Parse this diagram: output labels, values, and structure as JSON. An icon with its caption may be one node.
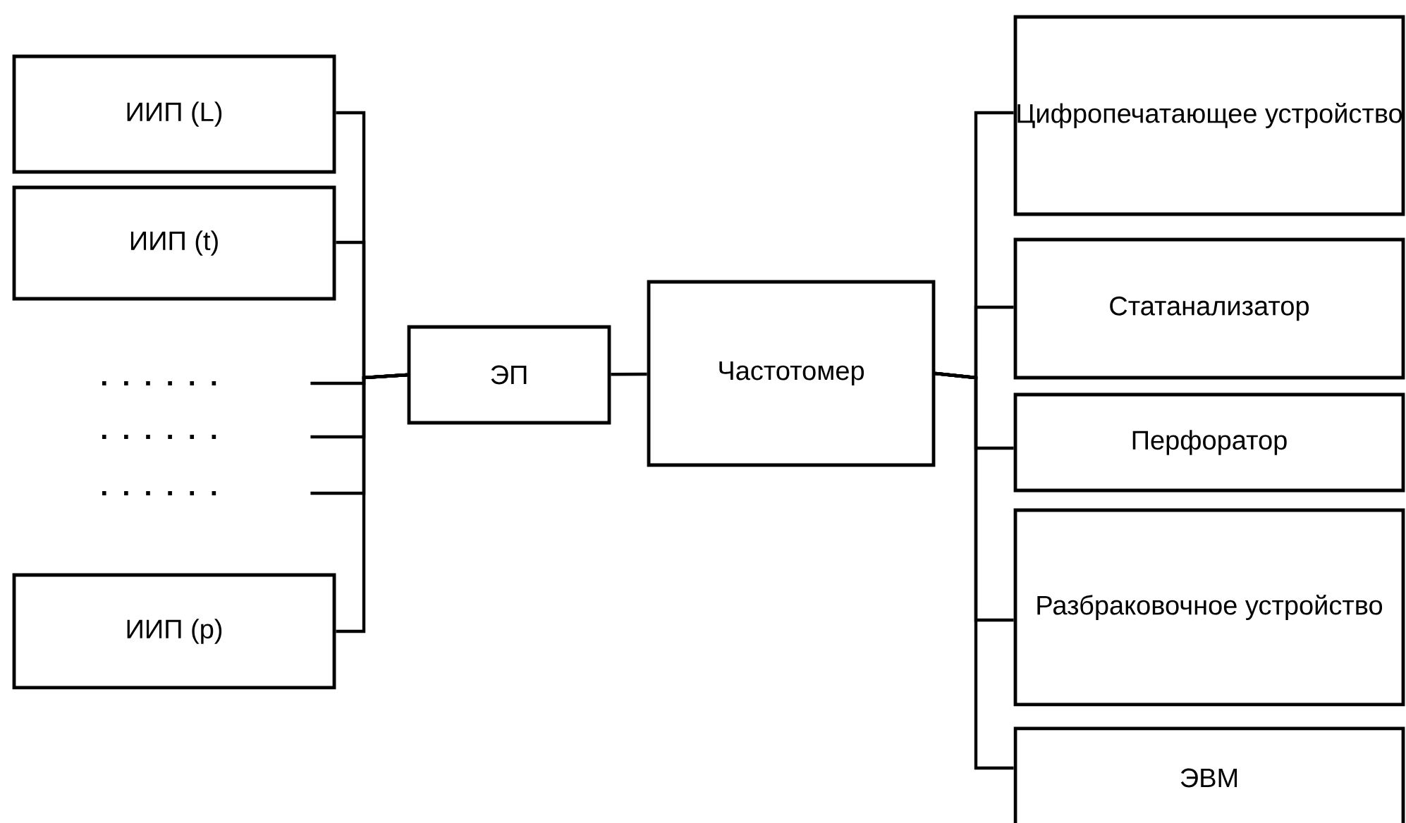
{
  "diagram": {
    "nodes": [
      {
        "text": [
          "ИИП (L)"
        ]
      },
      {
        "text": [
          "ИИП (t)"
        ]
      },
      {
        "text": [
          ". . . . . ."
        ]
      },
      {
        "text": [
          ". . . . . ."
        ]
      },
      {
        "text": [
          ". . . . . ."
        ]
      },
      {
        "text": [
          "ИИП (p)"
        ]
      },
      {
        "text": [
          "ЭП"
        ]
      },
      {
        "text": [
          "Частотомер"
        ]
      },
      {
        "text": [
          "Цифропечатающее устройство"
        ]
      },
      {
        "text": [
          "Статанализатор"
        ]
      },
      {
        "text": [
          "Перфоратор"
        ]
      },
      {
        "text": [
          "Разбраковочное устройство"
        ]
      },
      {
        "text": [
          "ЭВМ"
        ]
      }
    ],
    "edges": [
      {
        "from": 0,
        "to": 6,
        "arrow": "none"
      },
      {
        "from": 1,
        "to": 6,
        "arrow": "none"
      },
      {
        "from": 2,
        "to": 6,
        "arrow": "none"
      },
      {
        "from": 3,
        "to": 6,
        "arrow": "none"
      },
      {
        "from": 4,
        "to": 6,
        "arrow": "none"
      },
      {
        "from": 5,
        "to": 6,
        "arrow": "none"
      },
      {
        "from": 6,
        "to": 7,
        "arrow": "none"
      },
      {
        "from": 7,
        "to": 8,
        "arrow": "none"
      },
      {
        "from": 7,
        "to": 9,
        "arrow": "none"
      },
      {
        "from": 7,
        "to": 10,
        "arrow": "none"
      },
      {
        "from": 7,
        "to": 11,
        "arrow": "none"
      },
      {
        "from": 7,
        "to": 12,
        "arrow": "none"
      }
    ]
  }
}
